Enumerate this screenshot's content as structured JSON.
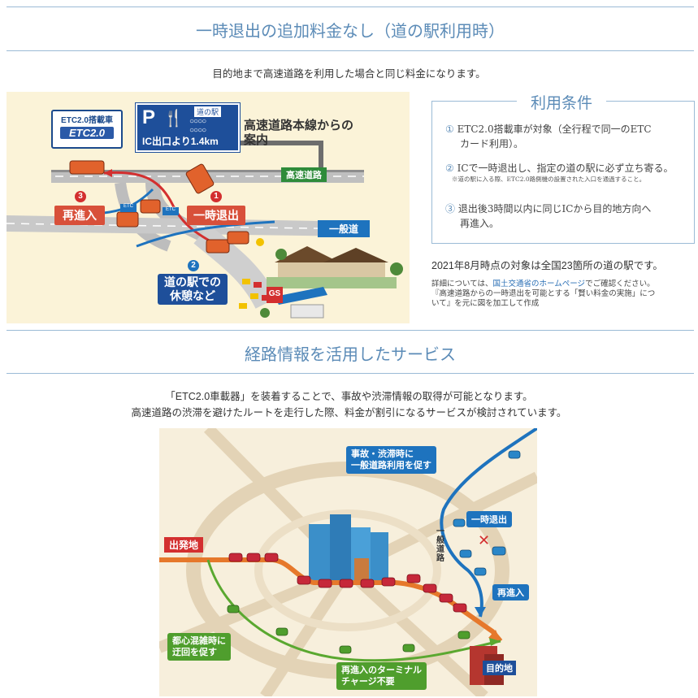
{
  "section1": {
    "title": "一時退出の追加料金なし（道の駅利用時）",
    "lead": "目的地まで高速道路を利用した場合と同じ料金になります。",
    "diagram": {
      "car_label": "ETC2.0搭載車",
      "etc_logo": "ETC2.0",
      "sign_p": "P",
      "sign_station": "道の駅",
      "sign_distance": "IC出口より1.4km",
      "sign_caption_1": "高速道路本線からの",
      "sign_caption_2": "案内",
      "expressway_tag": "高速道路",
      "general_road_tag": "一般道",
      "step1_num": "1",
      "step1_label": "一時退出",
      "step2_num": "2",
      "step2_label_1": "道の駅での",
      "step2_label_2": "休憩など",
      "step3_num": "3",
      "step3_label": "再進入",
      "gate_label_1": "ETC",
      "gate_label_2": "ETC",
      "gs_label": "GS"
    },
    "conditions": {
      "title": "利用条件",
      "items": [
        {
          "num": "①",
          "text_1": "ETC2.0搭載車が対象（全行程で同一のETC",
          "text_2": "カード利用）。"
        },
        {
          "num": "②",
          "text_1": "ICで一時退出し、指定の道の駅に必ず立ち寄る。",
          "note": "※道の駅に入る際、ETC2.0路側機の設置された入口を通過すること。"
        },
        {
          "num": "③",
          "text_1": "退出後3時間以内に同じICから目的地方向へ",
          "text_2": "再進入。"
        }
      ]
    },
    "note": "2021年8月時点の対象は全国23箇所の道の駅です。",
    "details_prefix": "詳細については、",
    "details_link": "国土交通省のホームページ",
    "details_suffix": "でご確認ください。",
    "details_line2": "『高速道路からの一時退出を可能とする「賢い料金の実施」につ",
    "details_line3": "いて』を元に図を加工して作成"
  },
  "section2": {
    "title": "経路情報を活用したサービス",
    "lead_1": "「ETC2.0車載器」を装着することで、事故や渋滞情報の取得が可能となります。",
    "lead_2": "高速道路の渋滞を避けたルートを走行した際、料金が割引になるサービスが検討されています。",
    "map": {
      "start_label": "出発地",
      "accident_1": "事故・渋滞時に",
      "accident_2": "一般道路利用を促す",
      "exit_label": "一時退出",
      "general_road": "一般道路",
      "reentry_label": "再進入",
      "detour_1": "都心混雑時に",
      "detour_2": "迂回を促す",
      "terminal_1": "再進入のターミナル",
      "terminal_2": "チャージ不要",
      "destination": "目的地"
    }
  }
}
